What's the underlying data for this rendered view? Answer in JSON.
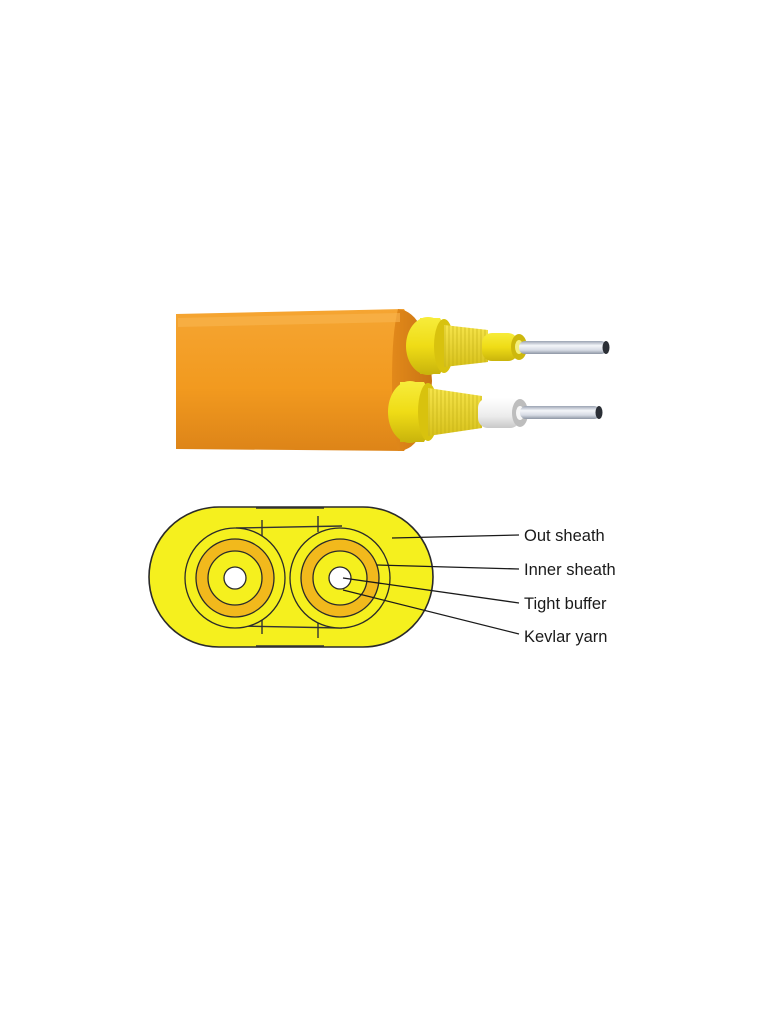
{
  "labels": {
    "out_sheath": "Out sheath",
    "inner_sheath": "Inner sheath",
    "tight_buffer": "Tight buffer",
    "kevlar_yarn": "Kevlar yarn"
  },
  "colors": {
    "jacket_orange": "#f29a1f",
    "jacket_orange_dark": "#d9811a",
    "sheath_yellow": "#f2ee1c",
    "kevlar_gold": "#f2b81c",
    "tube_yellow": "#efe01a",
    "buffer_white": "#f4f4f4",
    "fiber_steel": "#dfe4ec"
  }
}
